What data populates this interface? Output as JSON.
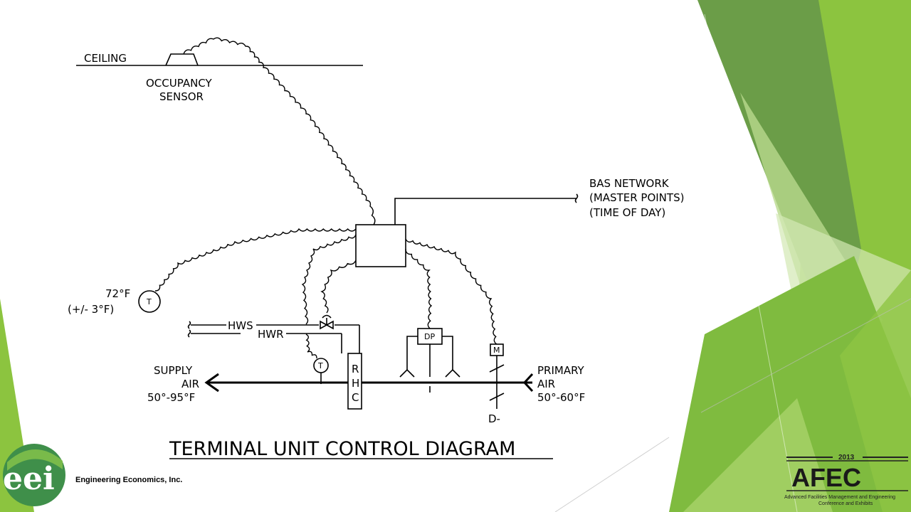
{
  "diagram": {
    "ceiling": "CEILING",
    "occupancy_sensor": [
      "OCCUPANCY",
      "SENSOR"
    ],
    "bas_network": [
      "BAS NETWORK",
      "(MASTER POINTS)",
      "(TIME OF DAY)"
    ],
    "setpoint": [
      "72°F",
      "(+/- 3°F)"
    ],
    "thermostat_symbol": "T",
    "temp_sensor_symbol": "T",
    "hws": "HWS",
    "hwr": "HWR",
    "dp": "DP",
    "motor": "M",
    "rhc": [
      "R",
      "H",
      "C"
    ],
    "supply_air": [
      "SUPPLY",
      "AIR",
      "50°-95°F"
    ],
    "primary_air": [
      "PRIMARY",
      "AIR",
      "50°-60°F"
    ],
    "damper": "D-",
    "title": "TERMINAL UNIT CONTROL DIAGRAM"
  },
  "footer": {
    "logo_text": "eei",
    "company": "Engineering Economics, Inc.",
    "event_year": "2013",
    "event_name": "AFEC",
    "event_subtitle": [
      "Advanced Facilities Management and Engineering",
      "Conference and Exhibits"
    ]
  },
  "theme": {
    "green_dark": "#5e9a3c",
    "green_mid": "#76b83a",
    "green_light": "#c9e3a3",
    "green_pale": "#e3f0cf"
  }
}
